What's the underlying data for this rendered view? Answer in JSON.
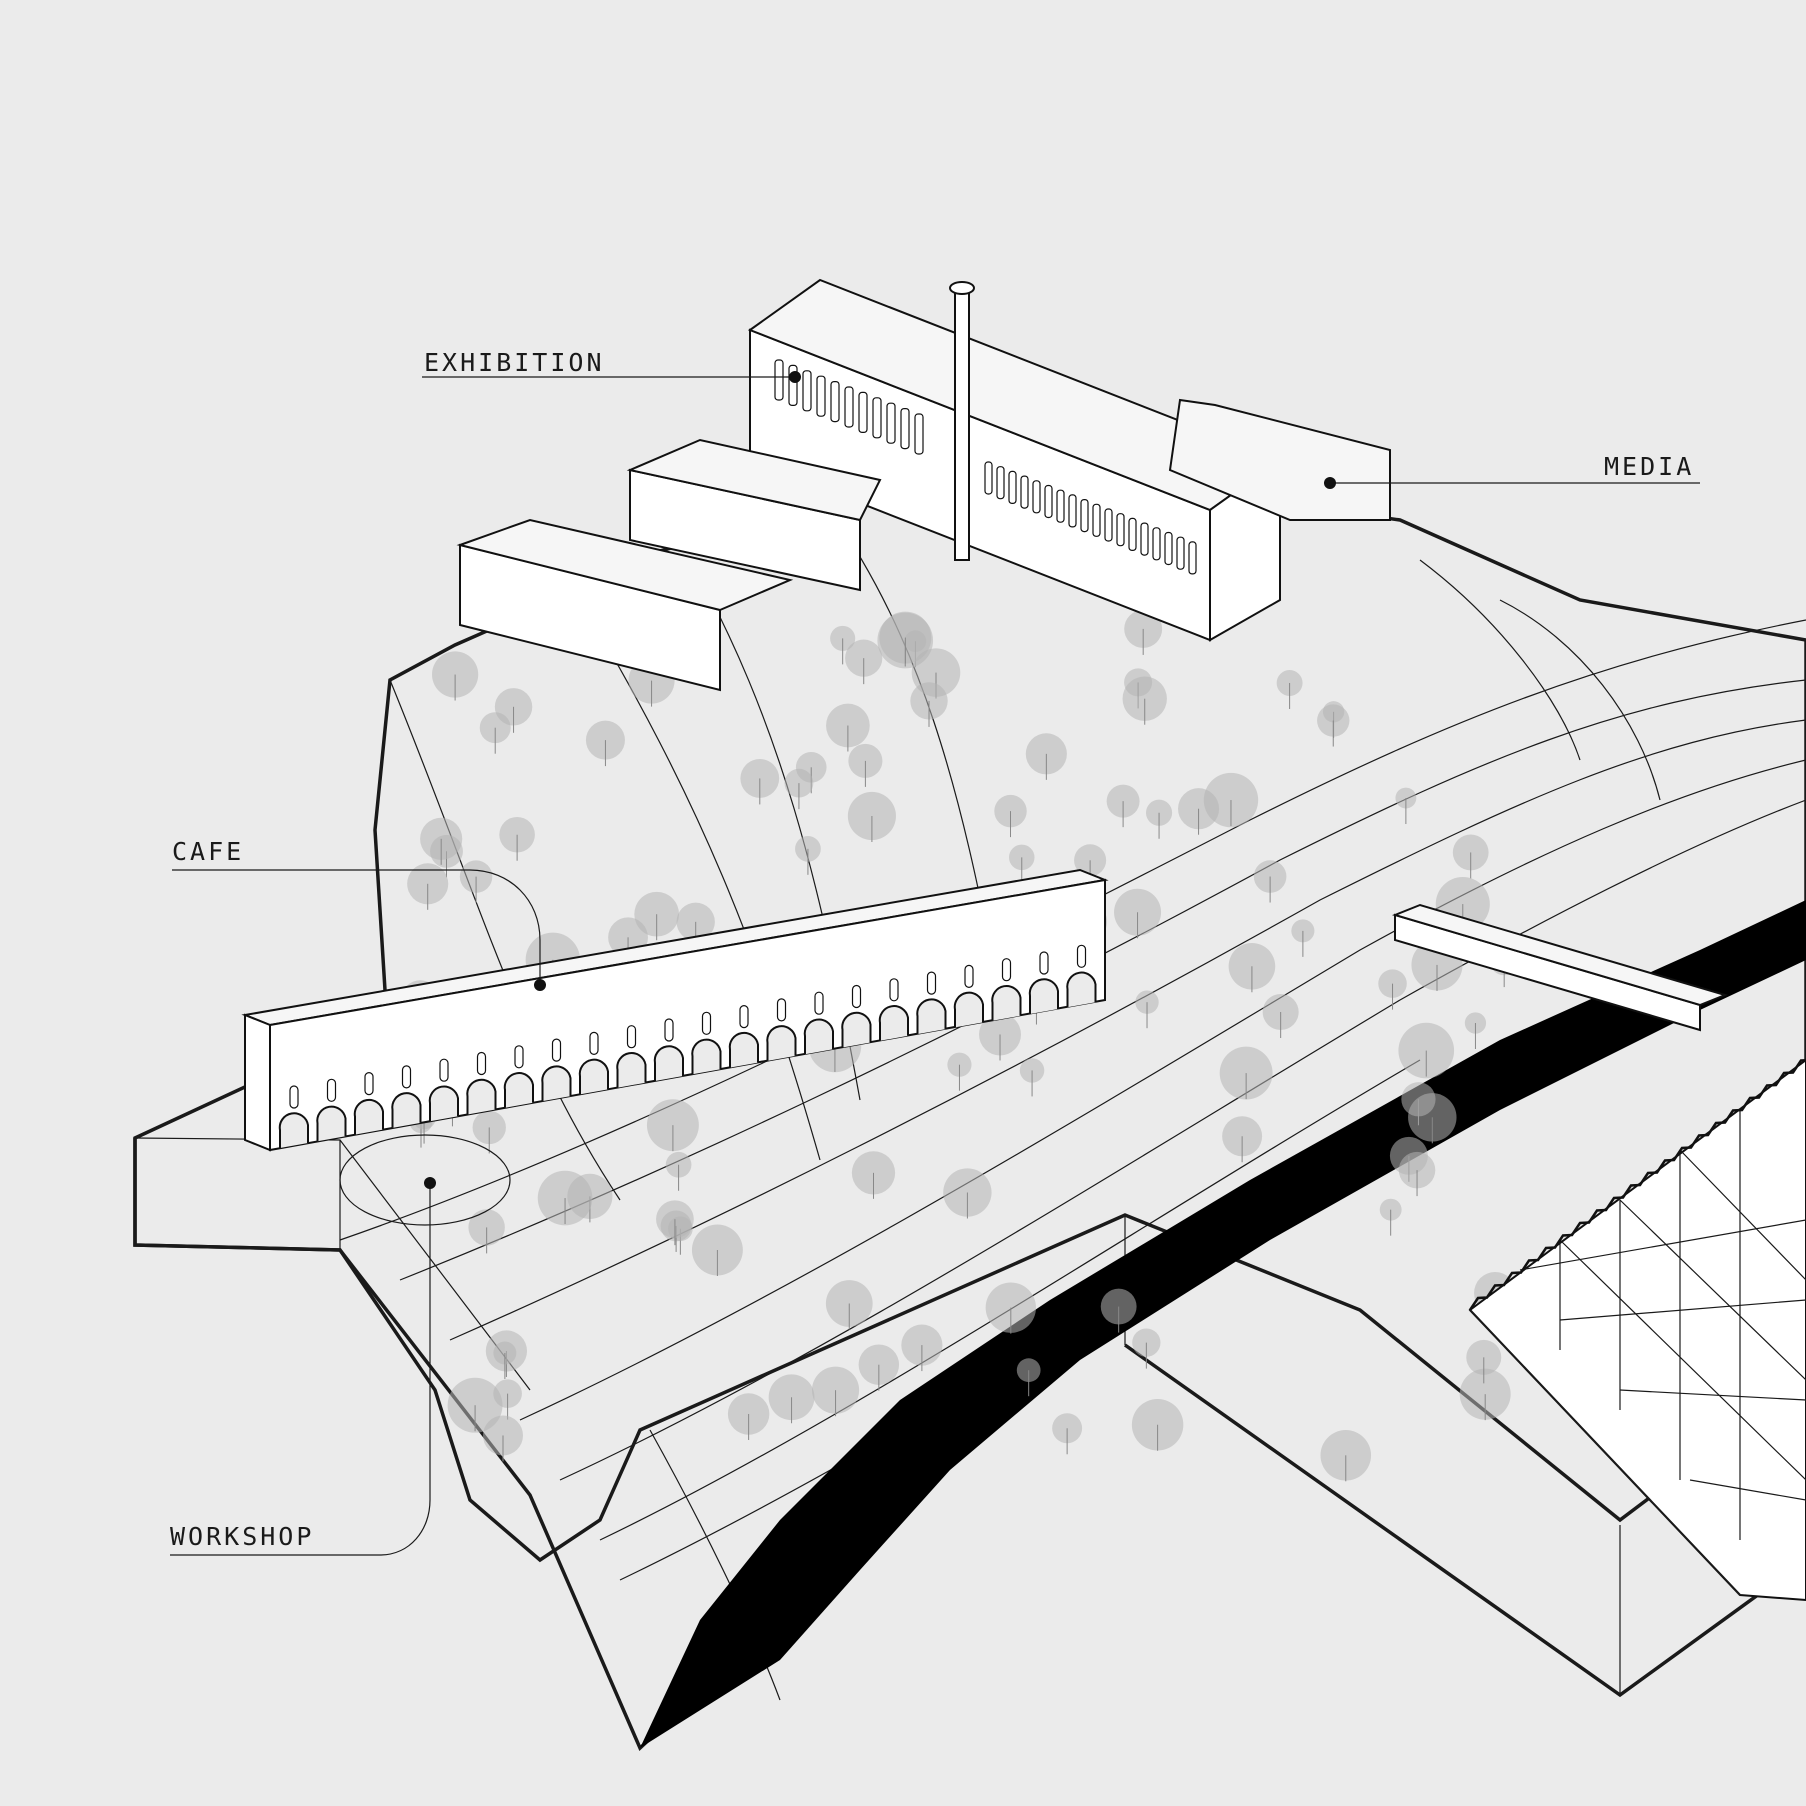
{
  "labels": {
    "exhibition": "EXHIBITION",
    "media": "MEDIA",
    "cafe": "CAFE",
    "workshop": "WORKSHOP"
  },
  "colors": {
    "background": "#ebebeb",
    "line": "#1a1a1a",
    "river": "#000000",
    "building": "#ffffff",
    "tree": "#b5b5b5"
  }
}
